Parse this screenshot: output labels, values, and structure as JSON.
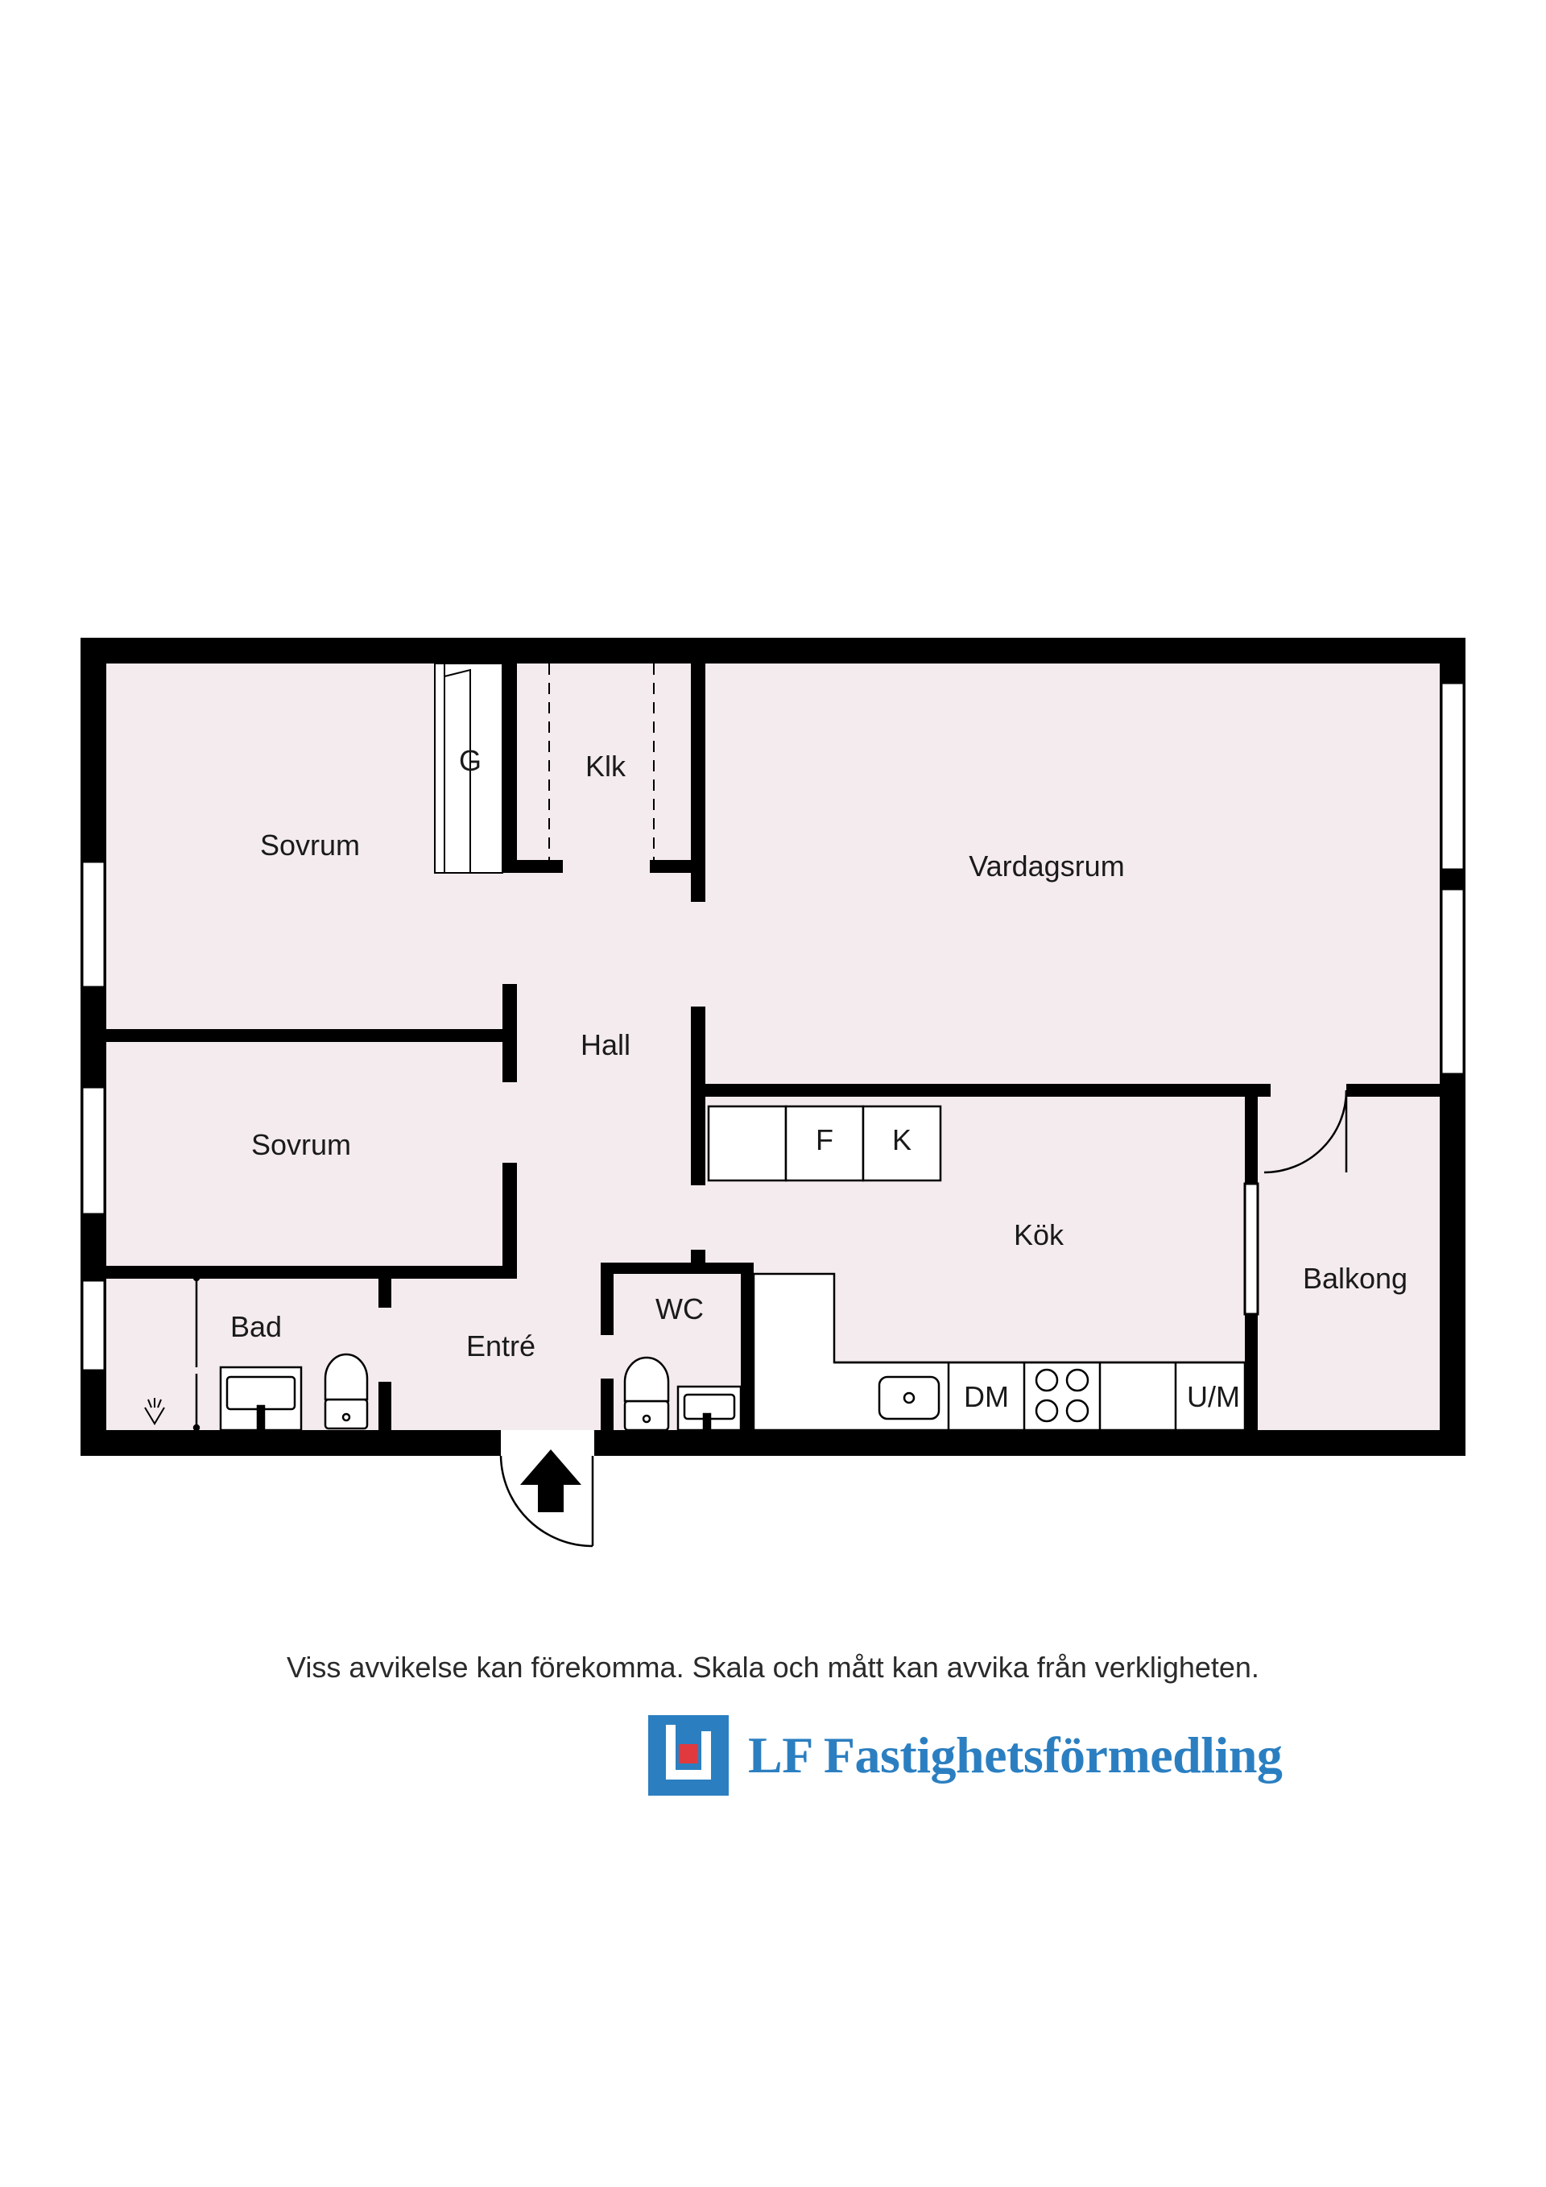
{
  "colors": {
    "wall": "#000000",
    "floor": "#f4ebee",
    "brand_blue": "#2b7fc1",
    "brand_red": "#e03a3e"
  },
  "rooms": {
    "sovrum_1": "Sovrum",
    "g": "G",
    "klk": "Klk",
    "vardagsrum": "Vardagsrum",
    "hall": "Hall",
    "sovrum_2": "Sovrum",
    "fridge": "F",
    "freezer": "K",
    "kok": "Kök",
    "balkong": "Balkong",
    "bad": "Bad",
    "entre": "Entré",
    "wc": "WC",
    "dishwasher": "DM",
    "washer": "U/M"
  },
  "icons": {
    "entrance": "entrance-arrow-icon",
    "toilet": "toilet-icon",
    "sink": "sink-icon",
    "stove": "stove-icon",
    "drain": "floor-drain-icon"
  },
  "footer": {
    "disclaimer": "Viss avvikelse kan förekomma. Skala och mått kan avvika från verkligheten.",
    "brand": "LF Fastighetsförmedling"
  }
}
